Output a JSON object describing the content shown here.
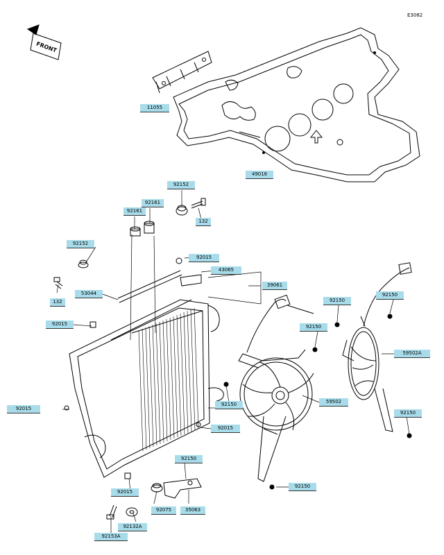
{
  "diagram_ref": "E3082",
  "front_label": "FRONT",
  "part_callouts": [
    {
      "id": "c11055",
      "label": "11055"
    },
    {
      "id": "c49016",
      "label": "49016"
    },
    {
      "id": "c92152a",
      "label": "92152"
    },
    {
      "id": "c132a",
      "label": "132"
    },
    {
      "id": "c92161a",
      "label": "92161"
    },
    {
      "id": "c92161b",
      "label": "92161"
    },
    {
      "id": "c92152b",
      "label": "92152"
    },
    {
      "id": "c92015a",
      "label": "92015"
    },
    {
      "id": "c43065",
      "label": "43065"
    },
    {
      "id": "c39061",
      "label": "39061"
    },
    {
      "id": "c132b",
      "label": "132"
    },
    {
      "id": "c53044",
      "label": "53044"
    },
    {
      "id": "c92150a",
      "label": "92150"
    },
    {
      "id": "c92150b",
      "label": "92150"
    },
    {
      "id": "c92015b",
      "label": "92015"
    },
    {
      "id": "c92150c",
      "label": "92150"
    },
    {
      "id": "c59502a",
      "label": "59502A"
    },
    {
      "id": "c92015c",
      "label": "92015"
    },
    {
      "id": "c92150d",
      "label": "92150"
    },
    {
      "id": "c59502",
      "label": "59502"
    },
    {
      "id": "c92150e",
      "label": "92150"
    },
    {
      "id": "c92015d",
      "label": "92015"
    },
    {
      "id": "c92150f",
      "label": "92150"
    },
    {
      "id": "c92015e",
      "label": "92015"
    },
    {
      "id": "c92075",
      "label": "92075"
    },
    {
      "id": "c35063",
      "label": "35063"
    },
    {
      "id": "c92150g",
      "label": "92150"
    },
    {
      "id": "c92132a",
      "label": "92132A"
    },
    {
      "id": "c92153a",
      "label": "92153A"
    }
  ]
}
